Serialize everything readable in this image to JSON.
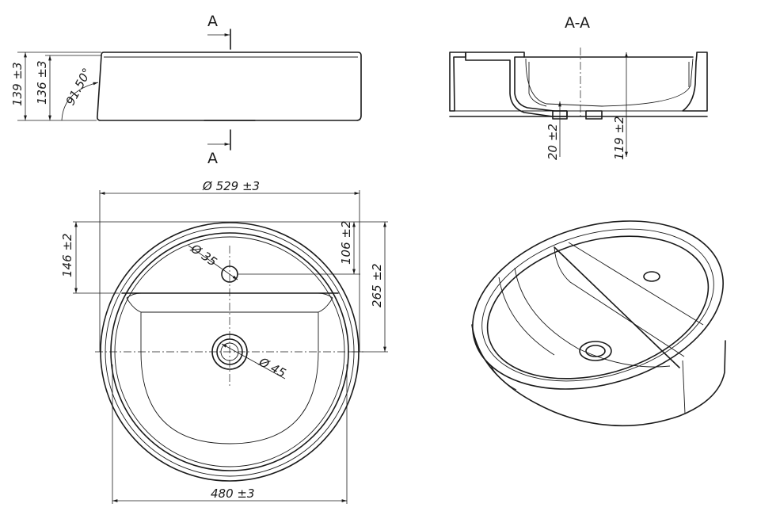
{
  "section_markers": {
    "top": "A",
    "bottom": "A",
    "title": "A-A"
  },
  "side_view": {
    "dim_total_height": "139 ±3",
    "dim_body_height": "136 ±3",
    "angle": "91.50°"
  },
  "section_view": {
    "dim_drain_height": "20 ±2",
    "dim_depth": "119 ±2"
  },
  "top_view": {
    "dim_outer_diameter": "Ø 529 ±3",
    "dim_base_diameter": "480 ±3",
    "dim_tap_hole": "Ø 35",
    "dim_drain": "Ø 45",
    "dim_ledge_depth": "146 ±2",
    "dim_tap_offset": "106 ±2",
    "dim_center_offset": "265 ±2"
  },
  "colors": {
    "line": "#1a1a1a",
    "background": "#ffffff"
  }
}
